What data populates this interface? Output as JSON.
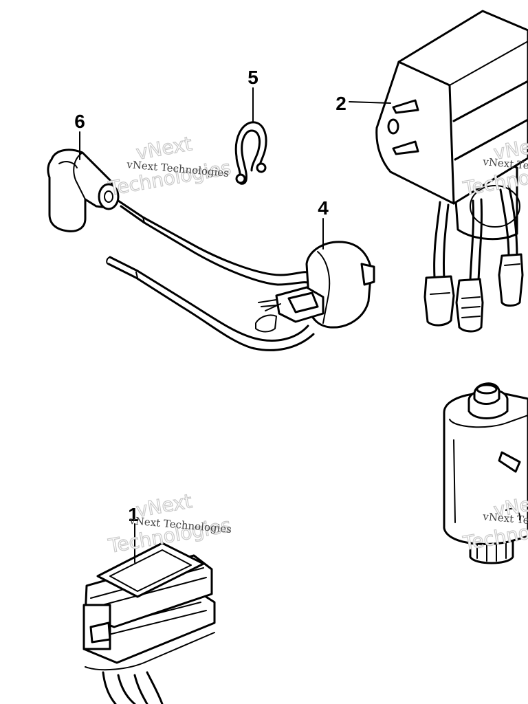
{
  "callouts": [
    {
      "id": "1",
      "label": "1"
    },
    {
      "id": "2",
      "label": "2"
    },
    {
      "id": "4",
      "label": "4"
    },
    {
      "id": "5",
      "label": "5"
    },
    {
      "id": "6",
      "label": "6"
    }
  ],
  "watermark": {
    "line1": "vNext",
    "line2": "Technologies",
    "small": "vNext Technologies"
  },
  "colors": {
    "ink": "#000000",
    "background": "#ffffff",
    "watermark": "#c9c9c9"
  }
}
